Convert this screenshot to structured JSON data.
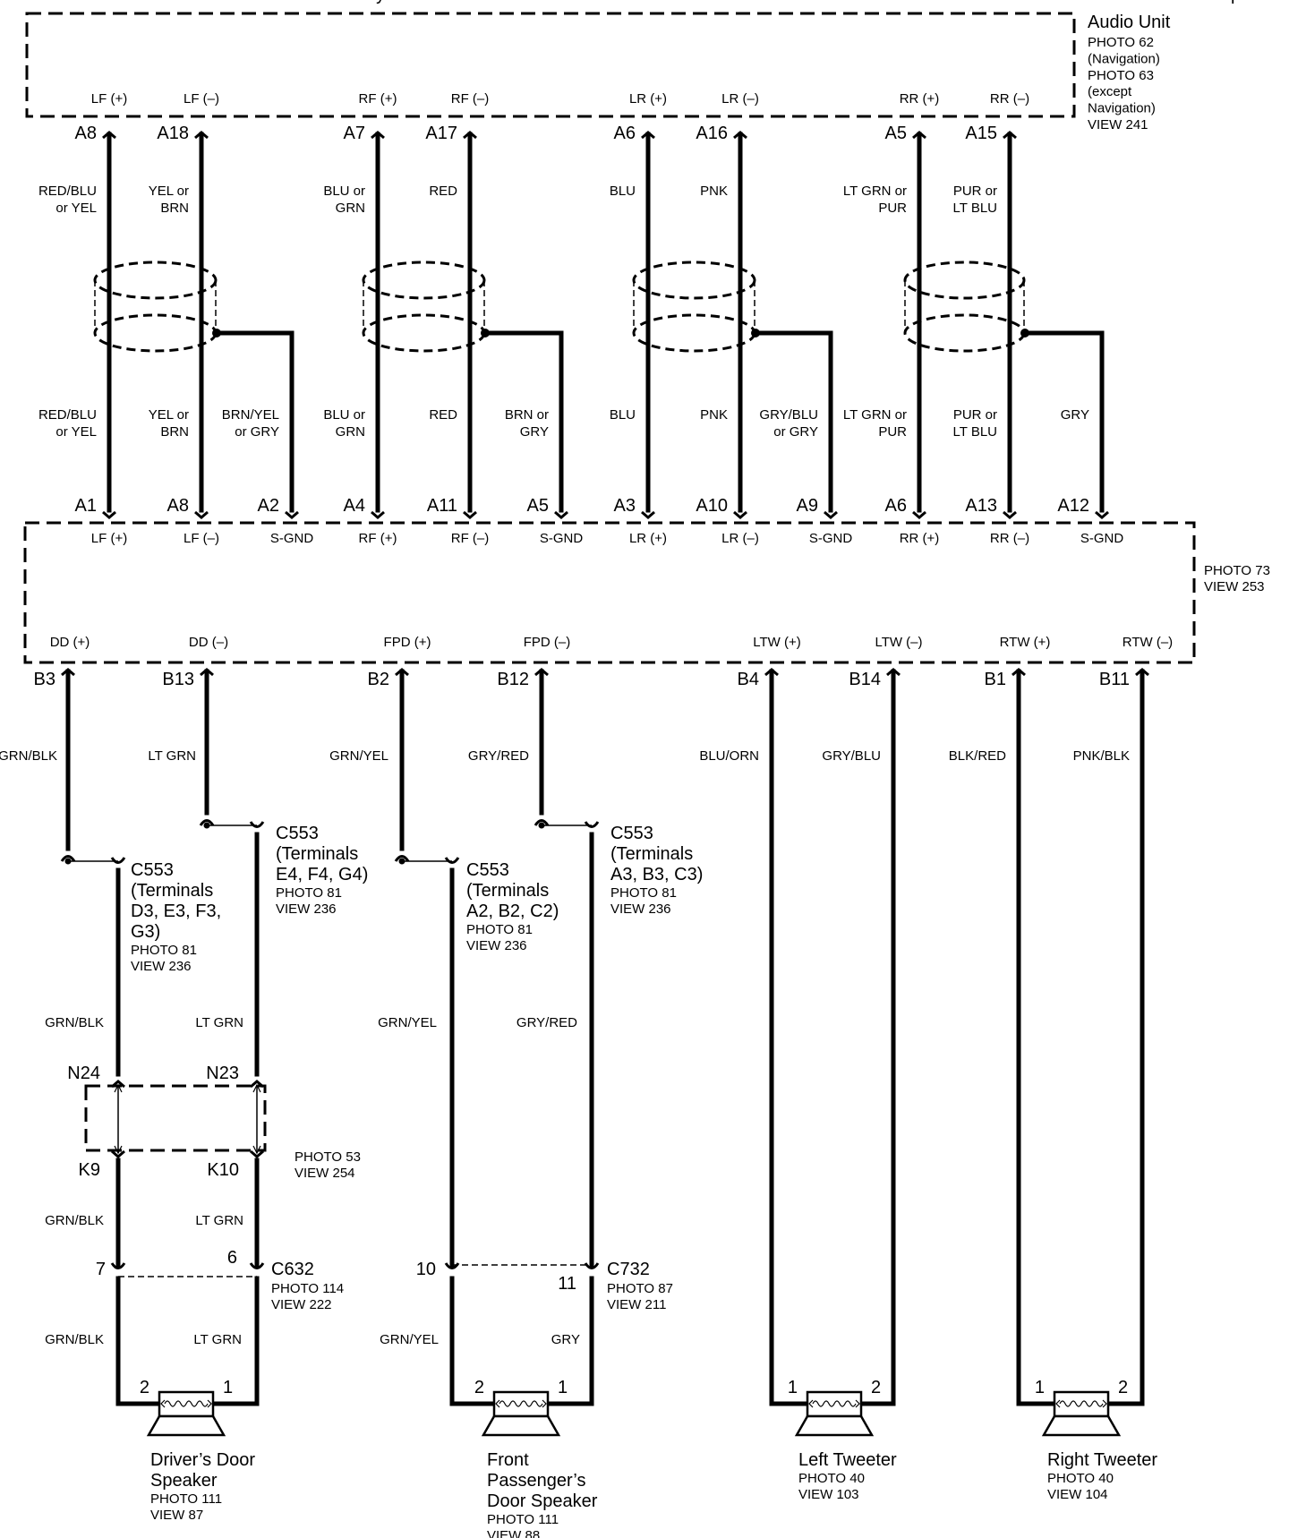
{
  "audio_unit": {
    "title": "Audio Unit",
    "notes": [
      "PHOTO 62",
      "(Navigation)",
      "PHOTO 63",
      "(except",
      "Navigation)",
      "VIEW 241"
    ],
    "pins": [
      "LF (+)",
      "LF (–)",
      "RF (+)",
      "RF (–)",
      "LR (+)",
      "LR (–)",
      "RR (+)",
      "RR (–)"
    ],
    "connectors": [
      "A8",
      "A18",
      "A7",
      "A17",
      "A6",
      "A16",
      "A5",
      "A15"
    ]
  },
  "upper_wires": [
    [
      "RED/BLU",
      "or YEL"
    ],
    [
      "YEL or",
      "BRN"
    ],
    [
      "BLU or",
      "GRN"
    ],
    [
      "RED"
    ],
    [
      "BLU"
    ],
    [
      "PNK"
    ],
    [
      "LT GRN or",
      "PUR"
    ],
    [
      "PUR or",
      "LT BLU"
    ]
  ],
  "lower_wires": [
    [
      "RED/BLU",
      "or YEL"
    ],
    [
      "YEL or",
      "BRN"
    ],
    [
      "BRN/YEL",
      "or GRY"
    ],
    [
      "BLU or",
      "GRN"
    ],
    [
      "RED"
    ],
    [
      "BRN or",
      "GRY"
    ],
    [
      "BLU"
    ],
    [
      "PNK"
    ],
    [
      "GRY/BLU",
      "or GRY"
    ],
    [
      "LT GRN or",
      "PUR"
    ],
    [
      "PUR or",
      "LT BLU"
    ],
    [
      "GRY"
    ]
  ],
  "stereo_amplifier": {
    "title": [
      "Stereo",
      "Amplifier"
    ],
    "notes": [
      "PHOTO 73",
      "VIEW 253"
    ],
    "top_connectors": [
      "A1",
      "A8",
      "A2",
      "A4",
      "A11",
      "A5",
      "A3",
      "A10",
      "A9",
      "A6",
      "A13",
      "A12"
    ],
    "top_pins": [
      "LF (+)",
      "LF (–)",
      "S-GND",
      "RF (+)",
      "RF (–)",
      "S-GND",
      "LR (+)",
      "LR (–)",
      "S-GND",
      "RR (+)",
      "RR (–)",
      "S-GND"
    ],
    "bottom_pins": [
      "DD  (+)",
      "DD (–)",
      "FPD  (+)",
      "FPD (–)",
      "LTW  (+)",
      "LTW (–)",
      "RTW  (+)",
      "RTW (–)"
    ],
    "bottom_connectors": [
      "B3",
      "B13",
      "B2",
      "B12",
      "B4",
      "B14",
      "B1",
      "B11"
    ]
  },
  "output_wires": [
    "GRN/BLK",
    "LT GRN",
    "GRN/YEL",
    "GRY/RED",
    "BLU/ORN",
    "GRY/BLU",
    "BLK/RED",
    "PNK/BLK"
  ],
  "c553_blocks": [
    {
      "title": "C553",
      "terminals": [
        "(Terminals",
        "D3, E3, F3,",
        "G3)"
      ],
      "notes": [
        "PHOTO 81",
        "VIEW 236"
      ]
    },
    {
      "title": "C553",
      "terminals": [
        "(Terminals",
        "E4, F4, G4)"
      ],
      "notes": [
        "PHOTO 81",
        "VIEW 236"
      ]
    },
    {
      "title": "C553",
      "terminals": [
        "(Terminals",
        "A2, B2, C2)"
      ],
      "notes": [
        "PHOTO 81",
        "VIEW 236"
      ]
    },
    {
      "title": "C553",
      "terminals": [
        "(Terminals",
        "A3, B3, C3)"
      ],
      "notes": [
        "PHOTO 81",
        "VIEW 236"
      ]
    }
  ],
  "mid_wires": [
    "GRN/BLK",
    "LT GRN",
    "GRN/YEL",
    "GRY/RED"
  ],
  "fuse_box": {
    "title": [
      "Under-dash",
      "Fuse/Relay",
      "Box"
    ],
    "notes": [
      "PHOTO 53",
      "VIEW 254"
    ],
    "terminals": [
      "N24",
      "N23",
      "K9",
      "K10"
    ]
  },
  "fuse_out_wires": [
    "GRN/BLK",
    "LT GRN"
  ],
  "c632": {
    "title": "C632",
    "notes": [
      "PHOTO 114",
      "VIEW 222"
    ],
    "pins": [
      "7",
      "6"
    ]
  },
  "c732": {
    "title": "C732",
    "notes": [
      "PHOTO 87",
      "VIEW 211"
    ],
    "pins": [
      "10",
      "11"
    ]
  },
  "final_wires": [
    "GRN/BLK",
    "LT GRN",
    "GRN/YEL",
    "GRY"
  ],
  "speakers": [
    {
      "title": [
        "Driver’s Door",
        "Speaker"
      ],
      "notes": [
        "PHOTO 111",
        "VIEW 87"
      ],
      "pins": [
        "2",
        "1"
      ]
    },
    {
      "title": [
        "Front",
        "Passenger’s",
        "Door Speaker"
      ],
      "notes": [
        "PHOTO 111",
        "VIEW 88"
      ],
      "pins": [
        "2",
        "1"
      ]
    },
    {
      "title": [
        "Left Tweeter"
      ],
      "notes": [
        "PHOTO 40",
        "VIEW 103"
      ],
      "pins": [
        "1",
        "2"
      ]
    },
    {
      "title": [
        "Right Tweeter"
      ],
      "notes": [
        "PHOTO 40",
        "VIEW 104"
      ],
      "pins": [
        "1",
        "2"
      ]
    }
  ]
}
